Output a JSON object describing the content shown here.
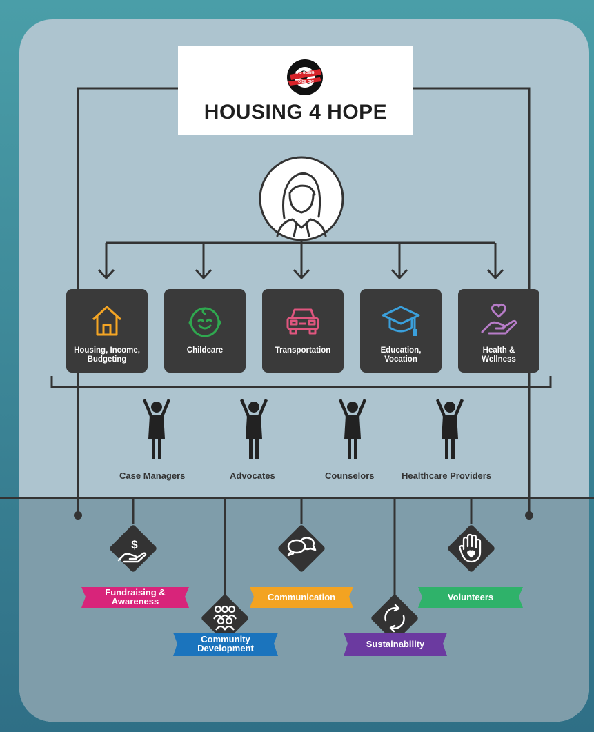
{
  "header": {
    "title": "HOUSING 4 HOPE",
    "logo_text_top": "IT'S GOING",
    "logo_text_bottom": "TO BE OK!"
  },
  "services": [
    {
      "label_line1": "Housing, Income,",
      "label_line2": "Budgeting",
      "icon": "house-icon",
      "color": "#f4a524"
    },
    {
      "label_line1": "Childcare",
      "label_line2": "",
      "icon": "baby-face-icon",
      "color": "#2fa84f"
    },
    {
      "label_line1": "Transportation",
      "label_line2": "",
      "icon": "car-icon",
      "color": "#e0567f"
    },
    {
      "label_line1": "Education,",
      "label_line2": "Vocation",
      "icon": "graduation-cap-icon",
      "color": "#3aa0dc"
    },
    {
      "label_line1": "Health &",
      "label_line2": "Wellness",
      "icon": "heart-hand-icon",
      "color": "#b77cc8"
    }
  ],
  "roles": [
    {
      "label": "Case Managers"
    },
    {
      "label": "Advocates"
    },
    {
      "label": "Counselors"
    },
    {
      "label": "Healthcare Providers"
    }
  ],
  "supports": [
    {
      "label_line1": "Fundraising &",
      "label_line2": "Awareness",
      "icon": "dollar-hand-icon",
      "color": "#d8247a"
    },
    {
      "label_line1": "Community",
      "label_line2": "Development",
      "icon": "group-icon",
      "color": "#1b74bd"
    },
    {
      "label_line1": "Communication",
      "label_line2": "",
      "icon": "speech-bubbles-icon",
      "color": "#f3a321"
    },
    {
      "label_line1": "Sustainability",
      "label_line2": "",
      "icon": "recycle-arrows-icon",
      "color": "#6b3aa0"
    },
    {
      "label_line1": "Volunteers",
      "label_line2": "",
      "icon": "raised-hand-heart-icon",
      "color": "#2fb26a"
    }
  ],
  "colors": {
    "outer_bg": "#3e8f9b",
    "panel_top": "#adc4cf",
    "panel_bottom": "#7f9daa",
    "dark": "#3a3a3a"
  }
}
